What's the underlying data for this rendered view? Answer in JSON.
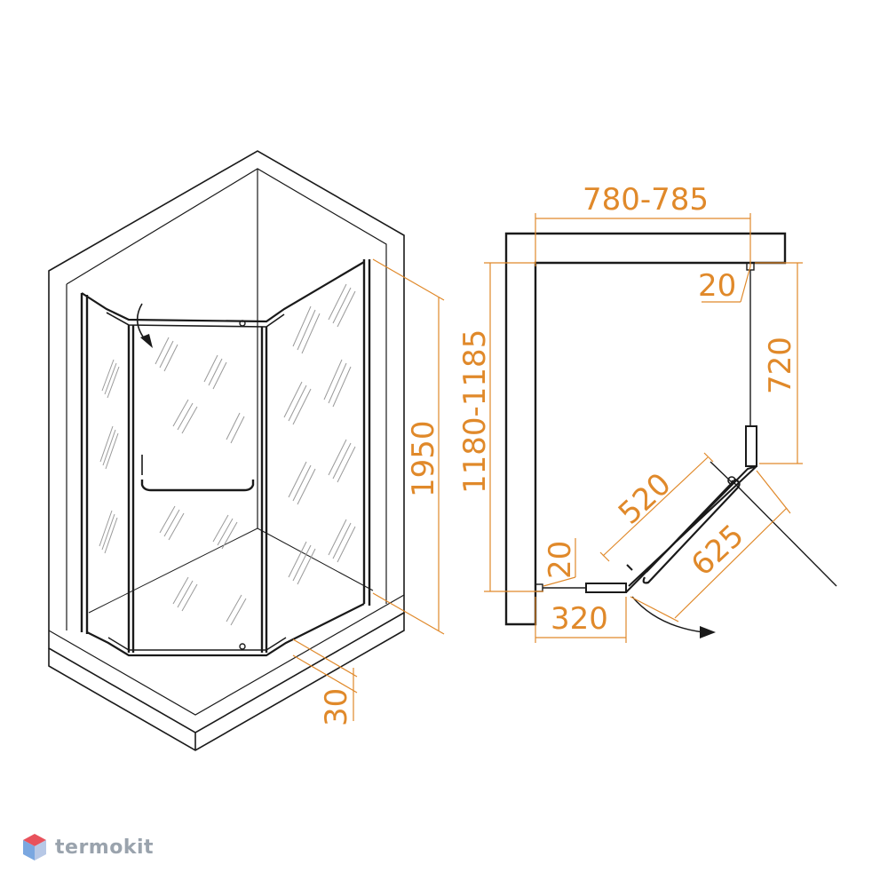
{
  "dimensions": {
    "height_total": "1950",
    "base_height": "30",
    "width_range": "780-785",
    "depth_range": "1180-1185",
    "offset_top": "20",
    "offset_left": "20",
    "side_panel": "720",
    "fixed_panel": "320",
    "door_panel": "520",
    "diagonal_width": "625"
  },
  "watermark": {
    "brand": "termokit",
    "logo_icon": "hexagon-cube-icon",
    "colors": {
      "top": "#e8525c",
      "side_left": "#7aa7e0",
      "side_right": "#b7c8e6"
    }
  },
  "colors": {
    "dimension": "#e0892a",
    "ink": "#1a1a1a"
  }
}
